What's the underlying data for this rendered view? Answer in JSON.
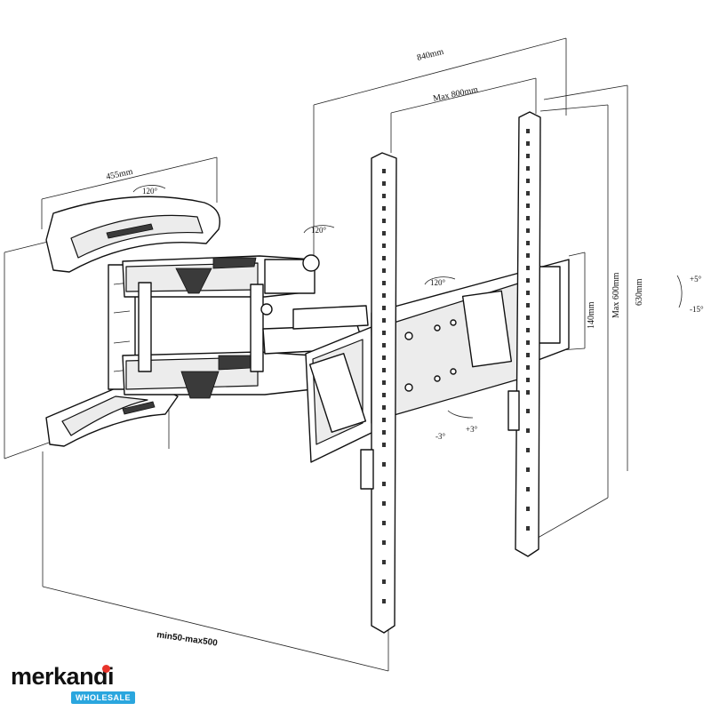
{
  "diagram": {
    "labels": {
      "width_840": "840mm",
      "vesa_max_800": "Max 800mm",
      "arm_455": "455mm",
      "height_140": "140mm",
      "vesa_max_600": "Max 600mm",
      "height_630": "630mm",
      "extension": "min50-max500"
    },
    "angles": {
      "arm_swivel": "120°",
      "wall_swivel": "120°",
      "head_swivel": "120°",
      "tilt_up": "+5°",
      "tilt_down": "-15°",
      "level_minus": "-3°",
      "level_plus": "+3°"
    }
  },
  "brand": {
    "name": "merkandi",
    "tag": "WHOLESALE",
    "dot_color": "#e8332a",
    "tag_color": "#2aa6de"
  }
}
